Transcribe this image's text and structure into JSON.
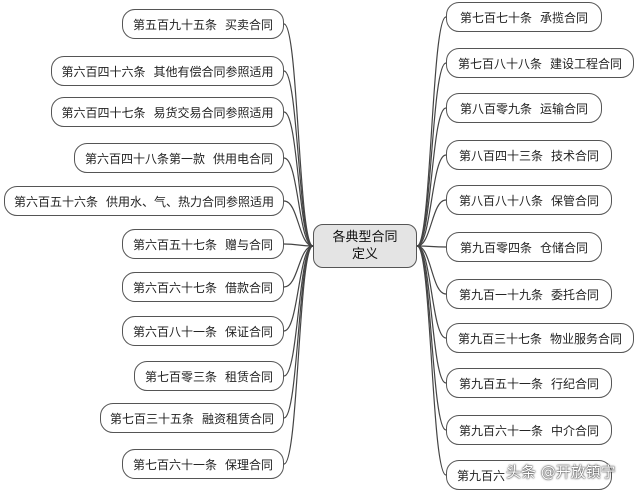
{
  "center": {
    "line1": "各典型合同",
    "line2": "定义"
  },
  "left": [
    {
      "article": "第五百九十五条",
      "contract": "买卖合同"
    },
    {
      "article": "第六百四十六条",
      "contract": "其他有偿合同参照适用"
    },
    {
      "article": "第六百四十七条",
      "contract": "易货交易合同参照适用"
    },
    {
      "article": "第六百四十八条第一款",
      "contract": "供用电合同"
    },
    {
      "article": "第六百五十六条",
      "contract": "供用水、气、热力合同参照适用"
    },
    {
      "article": "第六百五十七条",
      "contract": "赠与合同"
    },
    {
      "article": "第六百六十七条",
      "contract": "借款合同"
    },
    {
      "article": "第六百八十一条",
      "contract": "保证合同"
    },
    {
      "article": "第七百零三条",
      "contract": "租赁合同"
    },
    {
      "article": "第七百三十五条",
      "contract": "融资租赁合同"
    },
    {
      "article": "第七百六十一条",
      "contract": "保理合同"
    }
  ],
  "right": [
    {
      "article": "第七百七十条",
      "contract": "承揽合同"
    },
    {
      "article": "第七百八十八条",
      "contract": "建设工程合同"
    },
    {
      "article": "第八百零九条",
      "contract": "运输合同"
    },
    {
      "article": "第八百四十三条",
      "contract": "技术合同"
    },
    {
      "article": "第八百八十八条",
      "contract": "保管合同"
    },
    {
      "article": "第九百零四条",
      "contract": "仓储合同"
    },
    {
      "article": "第九百一十九条",
      "contract": "委托合同"
    },
    {
      "article": "第九百三十七条",
      "contract": "物业服务合同"
    },
    {
      "article": "第九百五十一条",
      "contract": "行纪合同"
    },
    {
      "article": "第九百六十一条",
      "contract": "中介合同"
    },
    {
      "article": "第九百六",
      "contract": ""
    }
  ],
  "watermark": "头条 @开放镇宁"
}
